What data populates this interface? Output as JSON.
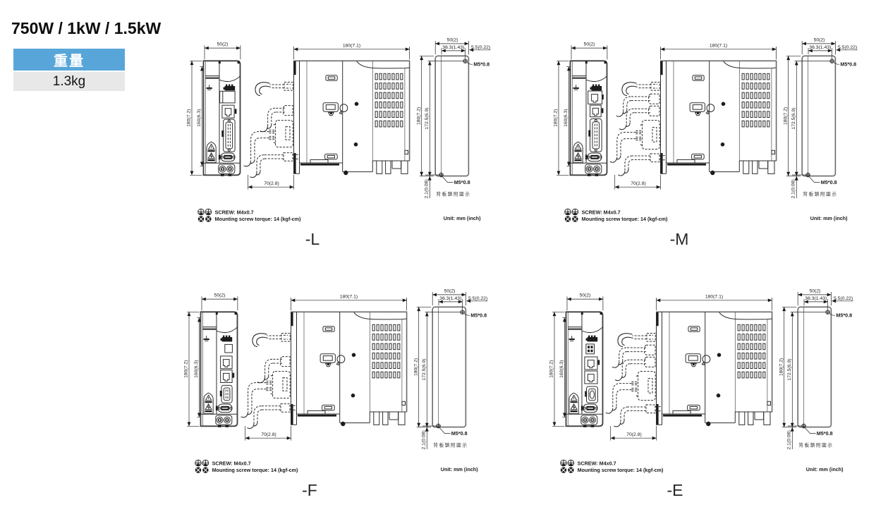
{
  "page": {
    "title": "750W / 1kW / 1.5kW"
  },
  "weight_table": {
    "header": "重量",
    "value": "1.3kg",
    "header_color": "#58a6d9",
    "row_color": "#e8e8e8"
  },
  "groups": [
    {
      "id": "L",
      "label": "-L",
      "dims": {
        "front_width": "50(2)",
        "front_height": "180(7.2)",
        "front_height_inner": "160(6.3)",
        "side_width": "180(7.1)",
        "side_clearance": "70(2.8)",
        "rear_width": "50(2)",
        "rear_hole_span": "36.3(1.43)",
        "rear_edge_offset": "5.5(0.22)",
        "rear_screw_top": "M5*0.8",
        "rear_screw_bottom": "M5*0.8",
        "rear_height": "180(7.2)",
        "rear_height_inner": "172.5(6.9)",
        "rear_bottom_offset": "2.1(0.08)",
        "rear_note": "背板鎖附圖示"
      },
      "notes": {
        "screw_line1": "SCREW: M4x0.7",
        "screw_line2": "Mounting screw torque: 14 (kgf-cm)",
        "unit": "Unit: mm (inch)"
      }
    },
    {
      "id": "M",
      "label": "-M",
      "dims": {
        "front_width": "50(2)",
        "front_height": "180(7.2)",
        "front_height_inner": "160(6.3)",
        "side_width": "180(7.1)",
        "side_clearance": "70(2.8)",
        "rear_width": "50(2)",
        "rear_hole_span": "36.3(1.43)",
        "rear_edge_offset": "5.5(0.22)",
        "rear_screw_top": "M5*0.8",
        "rear_screw_bottom": "M5*0.8",
        "rear_height": "180(7.2)",
        "rear_height_inner": "172.5(6.9)",
        "rear_bottom_offset": "2.1(0.08)",
        "rear_note": "背板鎖附圖示"
      },
      "notes": {
        "screw_line1": "SCREW: M4x0.7",
        "screw_line2": "Mounting screw torque: 14 (kgf-cm)",
        "unit": "Unit: mm (inch)"
      }
    },
    {
      "id": "F",
      "label": "-F",
      "dims": {
        "front_width": "50(2)",
        "front_height": "180(7.2)",
        "front_height_inner": "160(6.3)",
        "side_width": "180(7.1)",
        "side_clearance": "70(2.8)",
        "rear_width": "50(2)",
        "rear_hole_span": "36.3(1.43)",
        "rear_edge_offset": "5.5(0.22)",
        "rear_screw_top": "M5*0.8",
        "rear_screw_bottom": "M5*0.8",
        "rear_height": "180(7.2)",
        "rear_height_inner": "172.5(6.9)",
        "rear_bottom_offset": "2.1(0.08)",
        "rear_note": "背板鎖附圖示"
      },
      "notes": {
        "screw_line1": "SCREW: M4x0.7",
        "screw_line2": "Mounting screw torque: 14 (kgf-cm)",
        "unit": "Unit: mm (inch)"
      }
    },
    {
      "id": "E",
      "label": "-E",
      "dims": {
        "front_width": "50(2)",
        "front_height": "180(7.2)",
        "front_height_inner": "160(6.3)",
        "side_width": "180(7.1)",
        "side_clearance": "70(2.8)",
        "rear_width": "50(2)",
        "rear_hole_span": "36.3(1.43)",
        "rear_edge_offset": "5.5(0.22)",
        "rear_screw_top": "M5*0.8",
        "rear_screw_bottom": "M5*0.8",
        "rear_height": "180(7.2)",
        "rear_height_inner": "172.5(6.9)",
        "rear_bottom_offset": "2.1(0.08)",
        "rear_note": "背板鎖附圖示"
      },
      "notes": {
        "screw_line1": "SCREW: M4x0.7",
        "screw_line2": "Mounting screw torque: 14 (kgf-cm)",
        "unit": "Unit: mm (inch)"
      }
    }
  ]
}
